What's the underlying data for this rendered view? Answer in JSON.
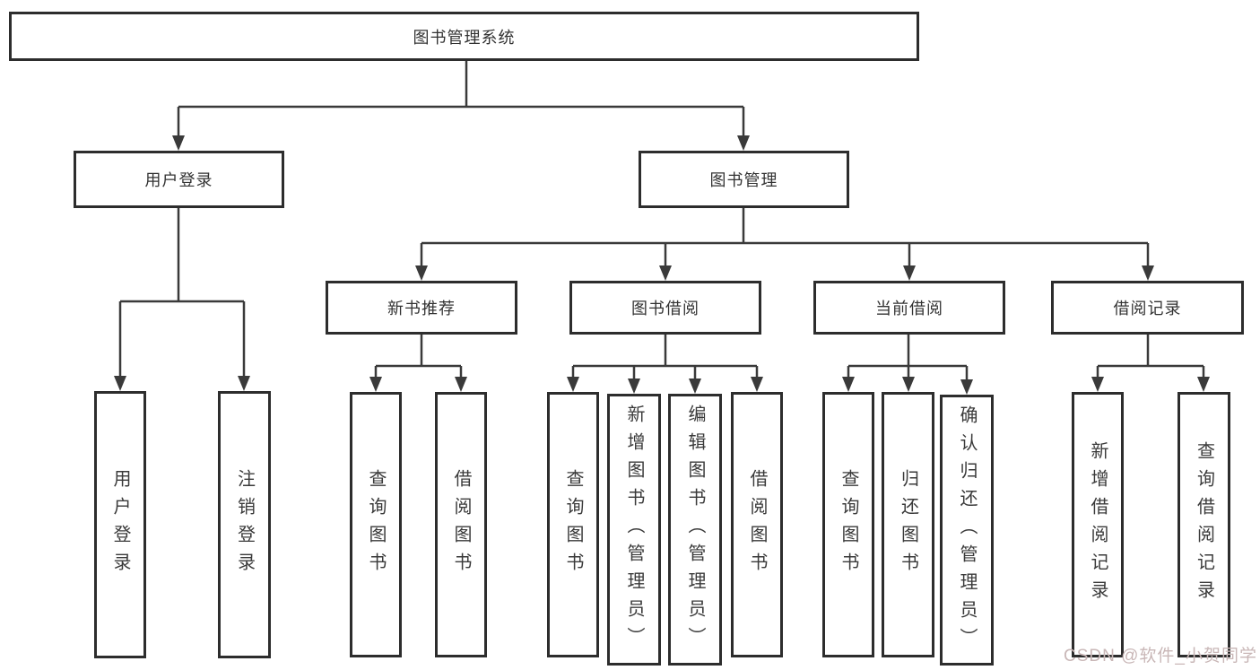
{
  "colors": {
    "background": "#ffffff",
    "box_border": "#2d2d2d",
    "line": "#3a3a3a",
    "text": "#333333",
    "watermark": "#c9b7b7"
  },
  "watermark": {
    "text": "CSDN @软件_小贺同学"
  },
  "tree": {
    "label": "图书管理系统",
    "children": [
      {
        "label": "用户登录",
        "children": [
          {
            "label": "用户登录"
          },
          {
            "label": "注销登录"
          }
        ]
      },
      {
        "label": "图书管理",
        "children": [
          {
            "label": "新书推荐",
            "children": [
              {
                "label": "查询图书"
              },
              {
                "label": "借阅图书"
              }
            ]
          },
          {
            "label": "图书借阅",
            "children": [
              {
                "label": "查询图书"
              },
              {
                "label": "新增图书（管理员）"
              },
              {
                "label": "编辑图书（管理员）"
              },
              {
                "label": "借阅图书"
              }
            ]
          },
          {
            "label": "当前借阅",
            "children": [
              {
                "label": "查询图书"
              },
              {
                "label": "归还图书"
              },
              {
                "label": "确认归还（管理员）"
              }
            ]
          },
          {
            "label": "借阅记录",
            "children": [
              {
                "label": "新增借阅记录"
              },
              {
                "label": "查询借阅记录"
              }
            ]
          }
        ]
      }
    ]
  }
}
